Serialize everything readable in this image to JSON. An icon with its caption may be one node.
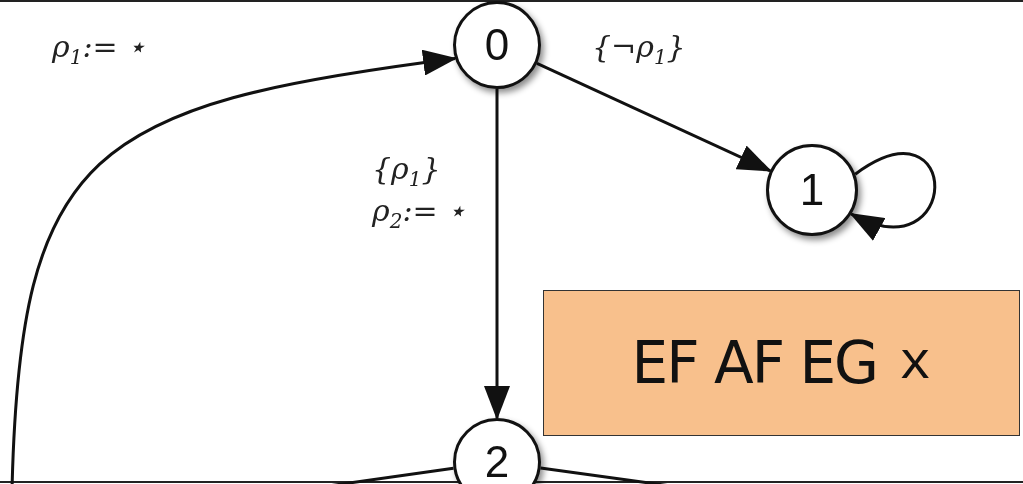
{
  "diagram": {
    "nodes": [
      {
        "text": [
          "0"
        ]
      },
      {
        "text": [
          "1"
        ]
      },
      {
        "text": [
          "2"
        ]
      },
      {
        "text": [
          "EF AF EG",
          "x"
        ]
      }
    ],
    "edges": [
      {
        "from": null,
        "to": 0,
        "arrow": "to",
        "label": "ρ$_{1}$:= ⋆"
      },
      {
        "from": 0,
        "to": 1,
        "arrow": "to",
        "label": "{¬ρ$_{1}$}"
      },
      {
        "from": 1,
        "to": 1,
        "arrow": "to"
      },
      {
        "from": 0,
        "to": 2,
        "arrow": "to",
        "label": "{ρ$_{1}$} ρ$_{2}$:= ⋆"
      },
      {
        "from": 2,
        "to": null,
        "arrow": "none"
      },
      {
        "from": 2,
        "to": null,
        "arrow": "none"
      }
    ]
  }
}
